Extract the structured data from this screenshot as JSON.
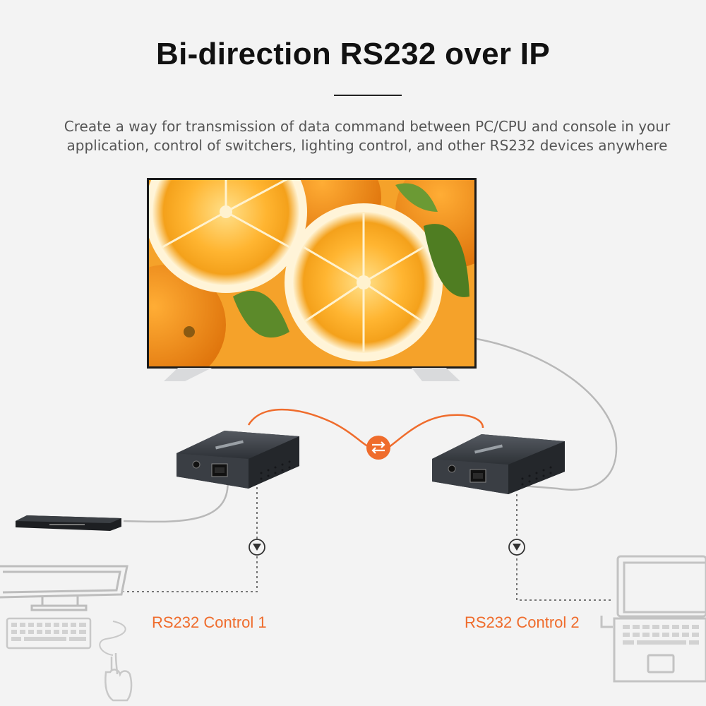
{
  "header": {
    "title": "Bi-direction RS232 over IP",
    "description_line1": "Create a way for transmission of data command between PC/CPU and console in your",
    "description_line2": "application, control of switchers, lighting control, and other RS232 devices anywhere"
  },
  "labels": {
    "control_1": "RS232 Control 1",
    "control_2": "RS232 Control 2"
  },
  "colors": {
    "accent": "#ef6c2c",
    "background": "#f3f3f3",
    "device_body": "#2b2e33"
  },
  "icons": {
    "sync": "sync-arrows-icon",
    "arrow_down": "arrow-down-circle-icon"
  }
}
